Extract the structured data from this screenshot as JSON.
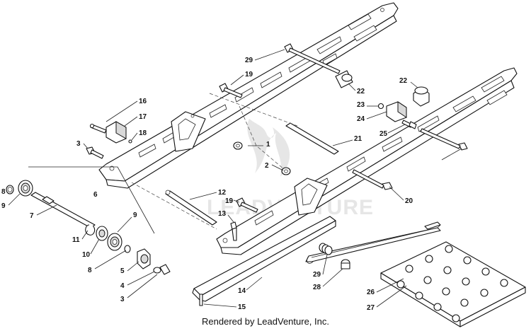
{
  "footer_text": "Rendered by LeadVenture, Inc.",
  "watermark_text": "LEADVENTURE",
  "callouts": [
    "1",
    "2",
    "3",
    "3",
    "4",
    "5",
    "6",
    "7",
    "8",
    "8",
    "9",
    "9",
    "10",
    "11",
    "12",
    "13",
    "14",
    "15",
    "16",
    "17",
    "18",
    "19",
    "19",
    "20",
    "21",
    "22",
    "22",
    "23",
    "24",
    "25",
    "26",
    "27",
    "28",
    "29",
    "29"
  ]
}
